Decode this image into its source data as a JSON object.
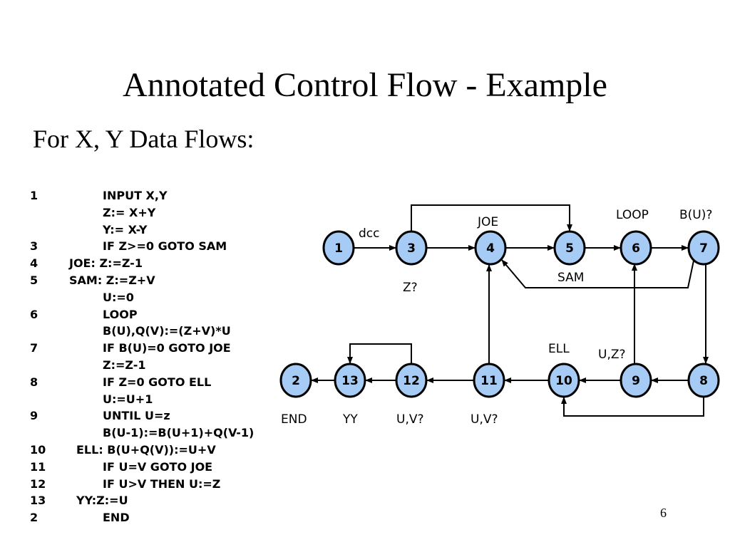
{
  "slide": {
    "title": "Annotated Control Flow - Example",
    "subtitle": "For X, Y Data Flows:",
    "page_number": "6"
  },
  "code": [
    {
      "num": "1",
      "text": "INPUT X,Y",
      "indent": 1
    },
    {
      "num": "",
      "text": "Z:= X+Y",
      "indent": 1
    },
    {
      "num": "",
      "text": "Y:= X-Y",
      "indent": 1
    },
    {
      "num": "3",
      "text": "IF Z>=0 GOTO SAM",
      "indent": 1
    },
    {
      "num": "4",
      "text": "JOE: Z:=Z-1",
      "indent": 0
    },
    {
      "num": "5",
      "text": "SAM: Z:=Z+V",
      "indent": 0
    },
    {
      "num": "",
      "text": "U:=0",
      "indent": 1
    },
    {
      "num": "6",
      "text": "LOOP",
      "indent": 1
    },
    {
      "num": "",
      "text": "B(U),Q(V):=(Z+V)*U",
      "indent": 1
    },
    {
      "num": "7",
      "text": "IF B(U)=0 GOTO JOE",
      "indent": 1
    },
    {
      "num": "",
      "text": "Z:=Z-1",
      "indent": 1
    },
    {
      "num": "8",
      "text": "IF Z=0 GOTO ELL",
      "indent": 1
    },
    {
      "num": "",
      "text": "U:=U+1",
      "indent": 1
    },
    {
      "num": "9",
      "text": "UNTIL U=z",
      "indent": 1
    },
    {
      "num": "",
      "text": "B(U-1):=B(U+1)+Q(V-1)",
      "indent": 1
    },
    {
      "num": "10",
      "text": "ELL: B(U+Q(V)):=U+V",
      "indent": 2
    },
    {
      "num": "11",
      "text": "IF U=V GOTO JOE",
      "indent": 1
    },
    {
      "num": "12",
      "text": "IF U>V THEN U:=Z",
      "indent": 1
    },
    {
      "num": "13",
      "text": "YY:Z:=U",
      "indent": 2
    },
    {
      "num": "2",
      "text": "END",
      "indent": 1
    }
  ],
  "graph": {
    "node_fill": "#a6cbf5",
    "node_stroke": "#000000",
    "nodes": [
      {
        "id": "1"
      },
      {
        "id": "3"
      },
      {
        "id": "4"
      },
      {
        "id": "5"
      },
      {
        "id": "6"
      },
      {
        "id": "7"
      },
      {
        "id": "8"
      },
      {
        "id": "9"
      },
      {
        "id": "10"
      },
      {
        "id": "11"
      },
      {
        "id": "12"
      },
      {
        "id": "13"
      },
      {
        "id": "2"
      }
    ],
    "edges": [
      {
        "from": "1",
        "to": "3"
      },
      {
        "from": "3",
        "to": "4"
      },
      {
        "from": "3",
        "to": "5"
      },
      {
        "from": "4",
        "to": "5"
      },
      {
        "from": "5",
        "to": "6"
      },
      {
        "from": "6",
        "to": "7"
      },
      {
        "from": "7",
        "to": "4"
      },
      {
        "from": "7",
        "to": "8"
      },
      {
        "from": "8",
        "to": "9"
      },
      {
        "from": "8",
        "to": "10"
      },
      {
        "from": "9",
        "to": "6"
      },
      {
        "from": "9",
        "to": "10"
      },
      {
        "from": "10",
        "to": "11"
      },
      {
        "from": "11",
        "to": "4"
      },
      {
        "from": "11",
        "to": "12"
      },
      {
        "from": "12",
        "to": "13"
      },
      {
        "from": "12",
        "to": "13",
        "kind": "loop-over"
      },
      {
        "from": "13",
        "to": "2"
      }
    ],
    "annotations": {
      "dcc": "dcc",
      "z_q": "Z?",
      "joe": "JOE",
      "sam": "SAM",
      "loop": "LOOP",
      "bu_q": "B(U)?",
      "ell": "ELL",
      "uz_q": "U,Z?",
      "end": "END",
      "yy": "YY",
      "uv_q_12": "U,V?",
      "uv_q_11": "U,V?"
    }
  }
}
